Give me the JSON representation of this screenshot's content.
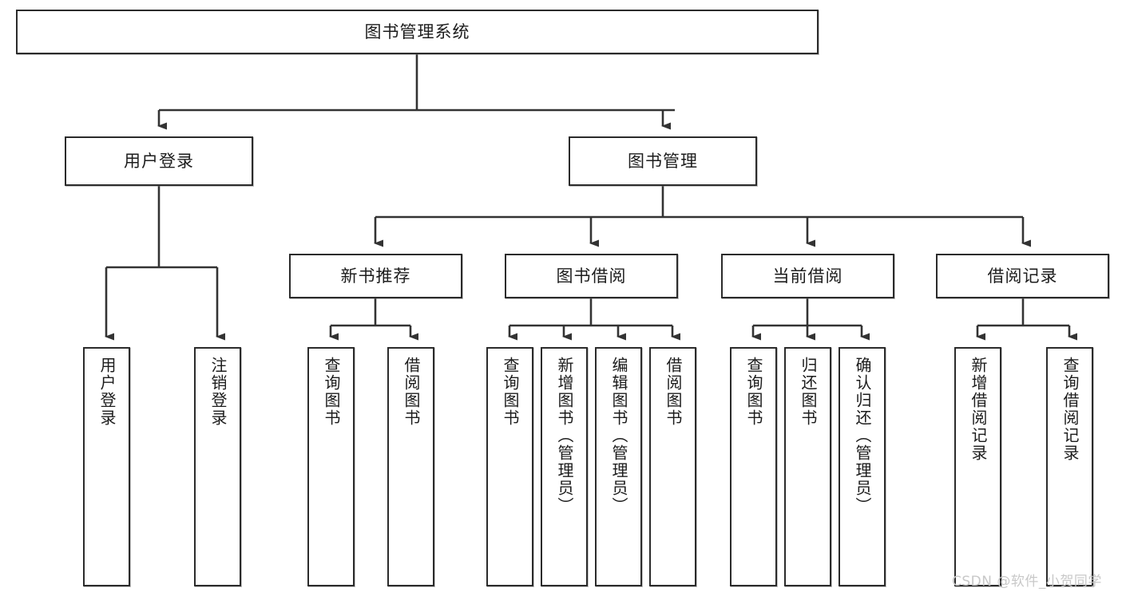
{
  "diagram": {
    "title": "图书管理系统",
    "type": "hierarchy-tree",
    "watermark": "CSDN @软件_小贺同学",
    "colors": {
      "border": "#2b2b2b",
      "background": "#ffffff",
      "text": "#1c1c1c",
      "connector": "#333333",
      "watermark": "#c8c8c8"
    },
    "root": {
      "label": "图书管理系统"
    },
    "level2": [
      {
        "id": "user-login",
        "label": "用户登录"
      },
      {
        "id": "book-manage",
        "label": "图书管理"
      }
    ],
    "level3": [
      {
        "id": "new-book-recommend",
        "label": "新书推荐"
      },
      {
        "id": "book-borrow",
        "label": "图书借阅"
      },
      {
        "id": "current-borrow",
        "label": "当前借阅"
      },
      {
        "id": "borrow-record",
        "label": "借阅记录"
      }
    ],
    "leaves": {
      "user_login": [
        {
          "id": "leaf-user-login",
          "label": "用户登录"
        },
        {
          "id": "leaf-logout-login",
          "label": "注销登录"
        }
      ],
      "new_book_recommend": [
        {
          "id": "leaf-query-book-1",
          "label": "查询图书"
        },
        {
          "id": "leaf-borrow-book-1",
          "label": "借阅图书"
        }
      ],
      "book_borrow": [
        {
          "id": "leaf-query-book-2",
          "label": "查询图书"
        },
        {
          "id": "leaf-add-book",
          "label": "新增图书（管理员）"
        },
        {
          "id": "leaf-edit-book",
          "label": "编辑图书（管理员）"
        },
        {
          "id": "leaf-borrow-book-2",
          "label": "借阅图书"
        }
      ],
      "current_borrow": [
        {
          "id": "leaf-query-book-3",
          "label": "查询图书"
        },
        {
          "id": "leaf-return-book",
          "label": "归还图书"
        },
        {
          "id": "leaf-confirm-return",
          "label": "确认归还（管理员）"
        }
      ],
      "borrow_record": [
        {
          "id": "leaf-add-record",
          "label": "新增借阅记录"
        },
        {
          "id": "leaf-query-record",
          "label": "查询借阅记录"
        }
      ]
    }
  }
}
